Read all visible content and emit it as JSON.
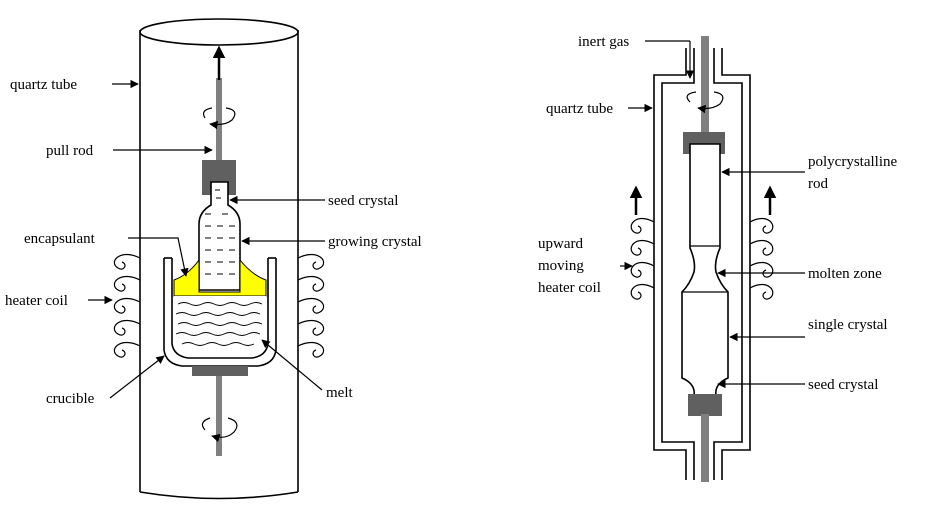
{
  "left_diagram": {
    "labels": {
      "quartz_tube": "quartz tube",
      "pull_rod": "pull rod",
      "seed_crystal": "seed crystal",
      "encapsulant": "encapsulant",
      "growing_crystal": "growing crystal",
      "heater_coil": "heater coil",
      "crucible": "crucible",
      "melt": "melt"
    }
  },
  "right_diagram": {
    "labels": {
      "inert_gas": "inert gas",
      "quartz_tube": "quartz tube",
      "polycrystalline_line1": "polycrystalline",
      "polycrystalline_line2": "rod",
      "upward_line1": "upward",
      "upward_line2": "moving",
      "upward_line3": "heater coil",
      "molten_zone": "molten zone",
      "single_crystal": "single crystal",
      "seed_crystal": "seed crystal"
    }
  },
  "colors": {
    "encapsulant": "#ffff00",
    "rod_holder": "#606060",
    "rod": "#808080"
  }
}
